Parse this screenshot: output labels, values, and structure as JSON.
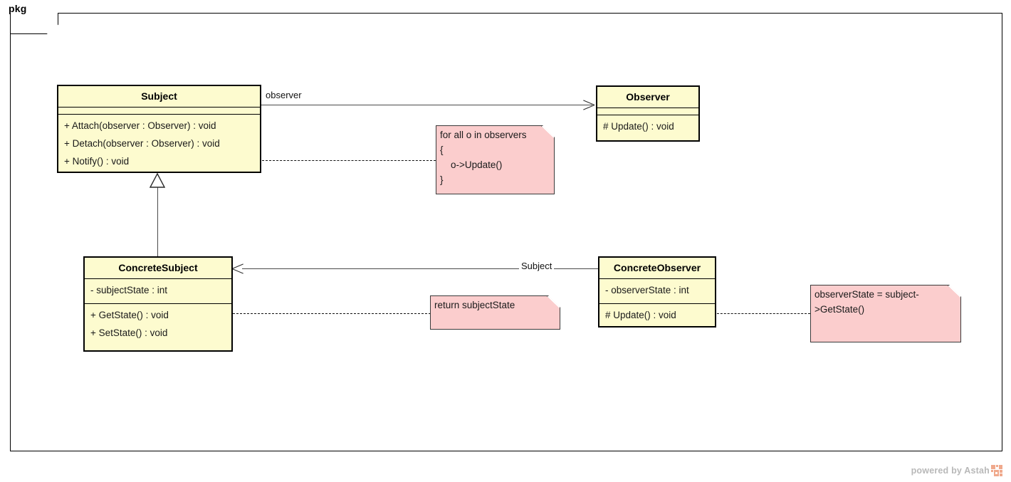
{
  "frame": {
    "stereotype": "pkg"
  },
  "classes": [
    {
      "id": "subject",
      "name": "Subject",
      "attributes": [],
      "operations": [
        "+ Attach(observer : Observer) : void",
        "+ Detach(observer : Observer) : void",
        "+ Notify() : void"
      ]
    },
    {
      "id": "observer",
      "name": "Observer",
      "attributes": [],
      "operations": [
        "# Update() : void"
      ]
    },
    {
      "id": "concrete_subject",
      "name": "ConcreteSubject",
      "attributes": [
        "- subjectState : int"
      ],
      "operations": [
        "+ GetState() : void",
        "+ SetState() : void"
      ]
    },
    {
      "id": "concrete_observer",
      "name": "ConcreteObserver",
      "attributes": [
        "- observerState : int"
      ],
      "operations": [
        "# Update() : void"
      ]
    }
  ],
  "notes": [
    {
      "id": "notify_note",
      "text": "for all o in observers\n{\n    o->Update()\n}"
    },
    {
      "id": "getstate_note",
      "text": "return subjectState"
    },
    {
      "id": "update_note",
      "text": "observerState = subject->GetState()"
    }
  ],
  "edges": [
    {
      "id": "subject_observer",
      "label": "observer",
      "from": "Subject",
      "to": "Observer",
      "type": "association"
    },
    {
      "id": "concreteobserver_concretesubject",
      "label": "Subject",
      "from": "ConcreteObserver",
      "to": "ConcreteSubject",
      "type": "association"
    },
    {
      "id": "concretesubject_subject",
      "label": "",
      "from": "ConcreteSubject",
      "to": "Subject",
      "type": "generalization"
    }
  ],
  "watermark": {
    "text": "powered by Astah",
    "logo_color": "#f0a98c",
    "text_color": "#b8b8b8"
  },
  "colors": {
    "class_fill": "#fdfbcf",
    "note_fill": "#fbcdcd",
    "border": "#000000",
    "line": "#4a4a4a"
  }
}
